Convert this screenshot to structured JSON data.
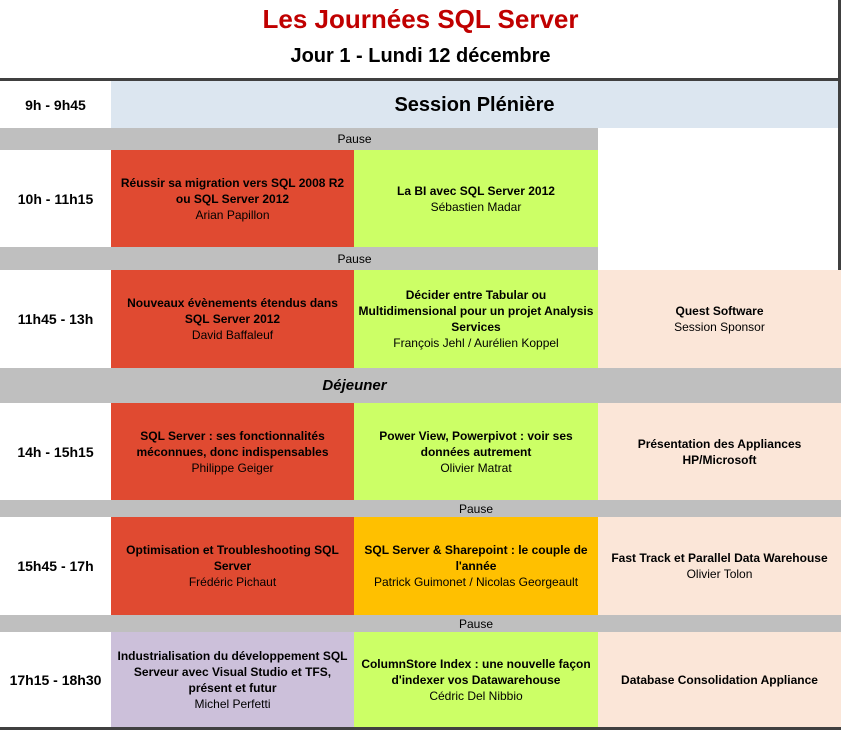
{
  "header": {
    "title": "Les Journées SQL Server",
    "subtitle": "Jour 1 - Lundi 12 décembre"
  },
  "pleniere": {
    "time": "9h - 9h45",
    "label": "Session Plénière"
  },
  "pause_label": "Pause",
  "dejeuner_label": "Déjeuner",
  "colors": {
    "red": "#e04a31",
    "green": "#ccff66",
    "orange": "#ffc000",
    "purple": "#ccc0da",
    "peach": "#fbe6d8",
    "blue": "#dce6f0",
    "pause": "#bfbfbf",
    "title": "#c00000"
  },
  "slots": [
    {
      "time": "10h - 11h15",
      "sessions": [
        {
          "title": "Réussir sa migration vers SQL 2008 R2 ou SQL Server 2012",
          "speaker": "Arian Papillon",
          "color": "red"
        },
        {
          "title": "La BI avec SQL Server 2012",
          "speaker": "Sébastien Madar",
          "color": "green"
        }
      ]
    },
    {
      "time": "11h45 - 13h",
      "sessions": [
        {
          "title": "Nouveaux évènements étendus dans SQL Server 2012",
          "speaker": "David Baffaleuf",
          "color": "red"
        },
        {
          "title": "Décider entre Tabular ou Multidimensional pour un projet Analysis Services",
          "speaker": "François Jehl / Aurélien Koppel",
          "color": "green"
        },
        {
          "title": "Quest Software",
          "speaker": "Session Sponsor",
          "color": "peach"
        }
      ]
    },
    {
      "time": "14h - 15h15",
      "sessions": [
        {
          "title": "SQL Server : ses fonctionnalités méconnues, donc indispensables",
          "speaker": "Philippe Geiger",
          "color": "red"
        },
        {
          "title": "Power View, Powerpivot : voir ses données autrement",
          "speaker": "Olivier Matrat",
          "color": "green"
        },
        {
          "title": "Présentation des Appliances HP/Microsoft",
          "speaker": "",
          "color": "peach"
        }
      ]
    },
    {
      "time": "15h45 - 17h",
      "sessions": [
        {
          "title": "Optimisation et Troubleshooting SQL Server",
          "speaker": "Frédéric Pichaut",
          "color": "red"
        },
        {
          "title": "SQL Server & Sharepoint : le couple de l'année",
          "speaker": "Patrick Guimonet / Nicolas Georgeault",
          "color": "orange"
        },
        {
          "title": "Fast Track et Parallel Data Warehouse",
          "speaker": "Olivier Tolon",
          "color": "peach"
        }
      ]
    },
    {
      "time": "17h15 - 18h30",
      "sessions": [
        {
          "title": "Industrialisation du développement SQL Serveur avec Visual Studio et TFS, présent et futur",
          "speaker": "Michel Perfetti",
          "color": "purple"
        },
        {
          "title": "ColumnStore Index : une nouvelle façon d'indexer vos Datawarehouse",
          "speaker": "Cédric Del Nibbio",
          "color": "green"
        },
        {
          "title": "Database Consolidation Appliance",
          "speaker": "",
          "color": "peach"
        }
      ]
    }
  ]
}
